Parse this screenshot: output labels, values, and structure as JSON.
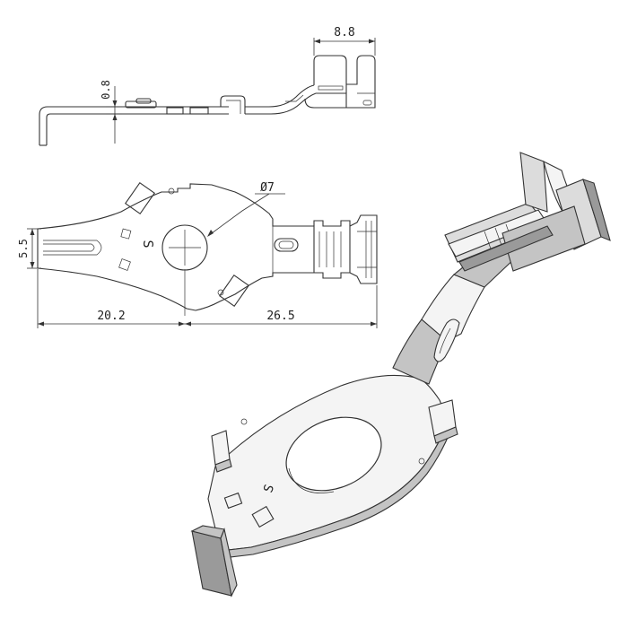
{
  "dimensions": {
    "top_width": "8.8",
    "thickness": "0.8",
    "left_height": "5.5",
    "hole_diameter": "Ø7",
    "left_length": "20.2",
    "right_length": "26.5"
  },
  "part_marks": {
    "stamp_letter_plan": "S",
    "stamp_letter_iso": "S"
  },
  "colors": {
    "line": "#333333",
    "face_light": "#f4f4f4",
    "face_mid": "#c4c4c4",
    "face_dark": "#9a9a9a"
  }
}
